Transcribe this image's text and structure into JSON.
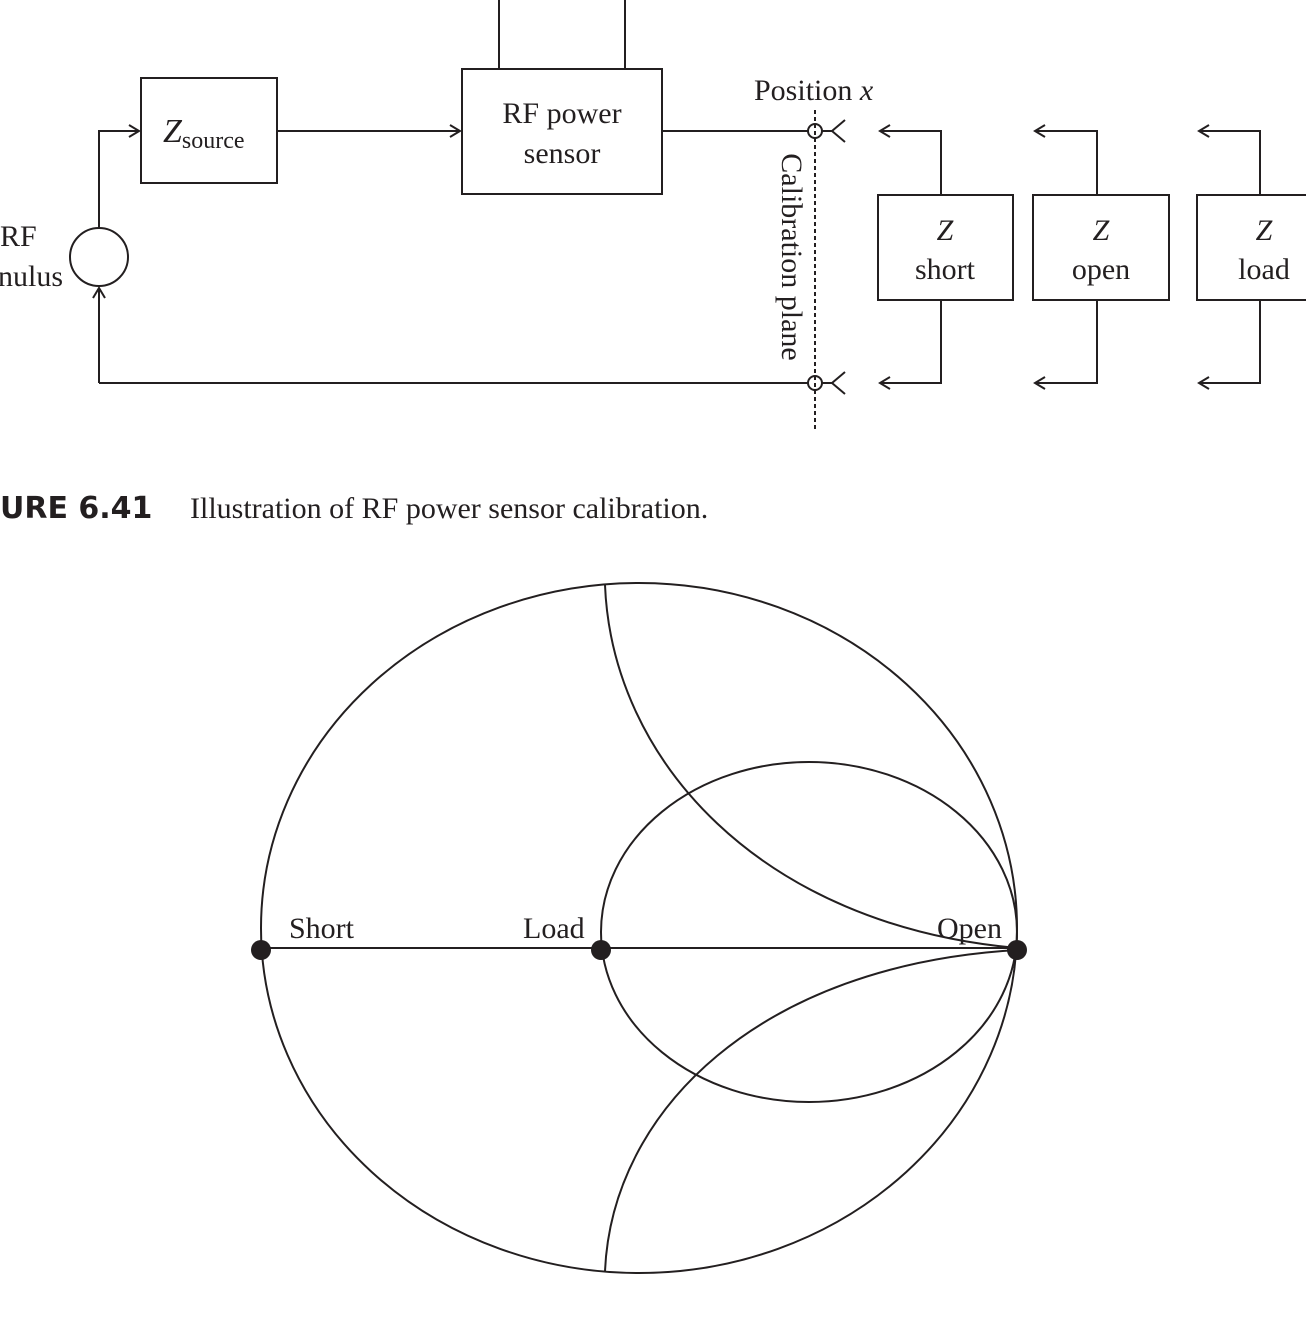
{
  "figure": {
    "blocks": {
      "z_source": {
        "symbol": "Z",
        "subscript": "source"
      },
      "rf_sensor": {
        "line1": "RF power",
        "line2": "sensor"
      },
      "stimulus": {
        "line1": "RF",
        "line2": "nulus"
      },
      "position_label": {
        "text": "Position ",
        "var": "x"
      },
      "calibration_plane": "Calibration plane",
      "standards": [
        {
          "symbol": "Z",
          "label": "short"
        },
        {
          "symbol": "Z",
          "label": "open"
        },
        {
          "symbol": "Z",
          "label": "load"
        }
      ]
    },
    "caption": {
      "number": "URE 6.41",
      "text": "Illustration of RF power sensor calibration."
    },
    "smith": {
      "short": "Short",
      "load": "Load",
      "open": "Open"
    }
  },
  "colors": {
    "ink": "#231f20",
    "background": "#ffffff"
  }
}
